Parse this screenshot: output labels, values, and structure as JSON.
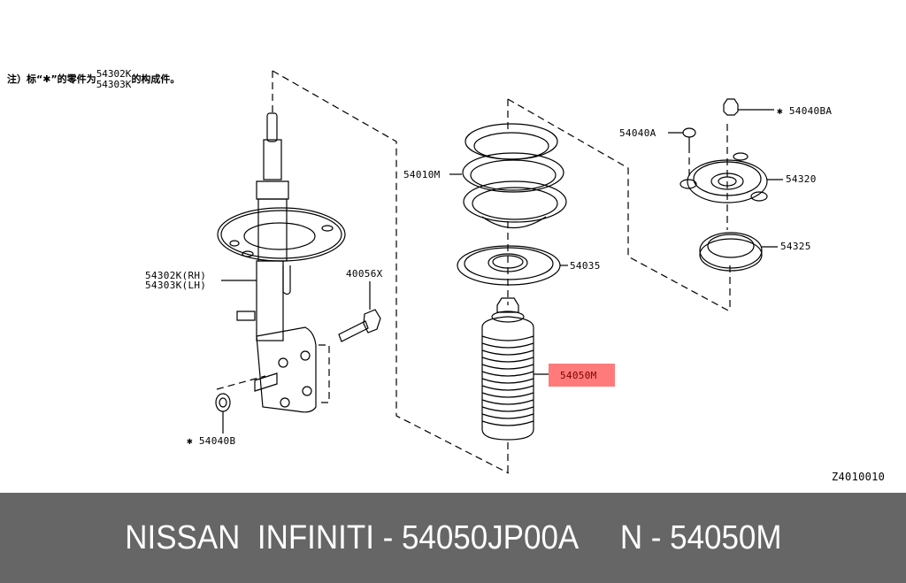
{
  "diagram": {
    "note": {
      "prefix": "注）标“✱”的零件为",
      "part_top": "54302K",
      "part_bottom": "54303K",
      "suffix": "的构成件。"
    },
    "labels": {
      "strut_rh": "54302K(RH)",
      "strut_lh": "54303K(LH)",
      "bolt": "40056X",
      "nut_bottom": "✱ 54040B",
      "spring": "54010M",
      "seat_lower": "54035",
      "bumper_boot": "54050M",
      "bolt_top": "54040A",
      "nut_top": "✱ 54040BA",
      "mount": "54320",
      "bearing": "54325",
      "figure_code": "Z4010010"
    },
    "highlight_color": "#ff7b7b"
  },
  "footer": {
    "text": "NISSAN  INFINITI - 54050JP00A     N - 54050M",
    "background": "#666666"
  }
}
